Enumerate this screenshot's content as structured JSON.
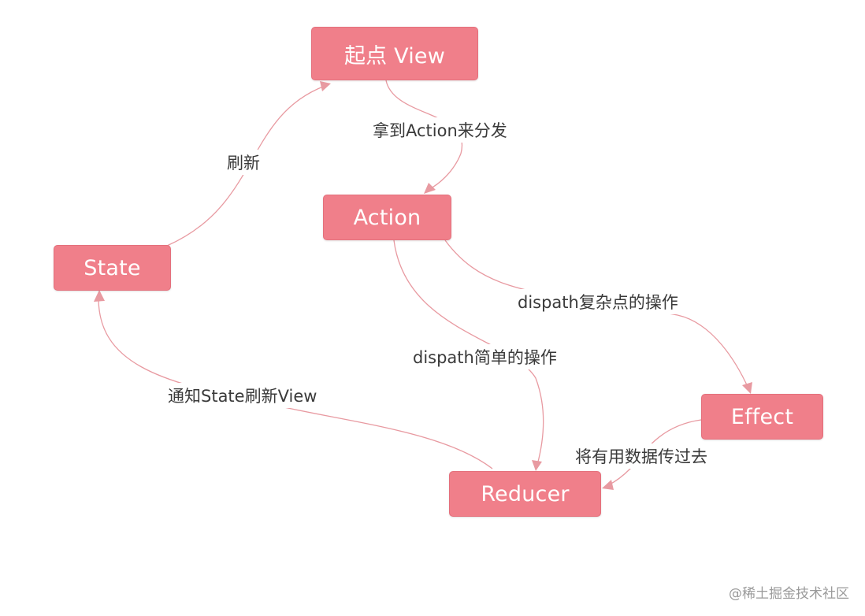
{
  "nodes": {
    "view": "起点 View",
    "action": "Action",
    "state": "State",
    "effect": "Effect",
    "reducer": "Reducer"
  },
  "edges": {
    "view_to_action": "拿到Action来分发",
    "state_to_view": "刷新",
    "action_to_effect": "dispath复杂点的操作",
    "action_to_reducer": "dispath简单的操作",
    "reducer_to_state": "通知State刷新View",
    "effect_to_reducer": "将有用数据传过去"
  },
  "watermark": "@稀土掘金技术社区",
  "colors": {
    "node_fill": "#f07f8a",
    "node_text": "#ffffff",
    "edge_stroke": "#e89aa1",
    "label_text": "#3a3a3a"
  }
}
